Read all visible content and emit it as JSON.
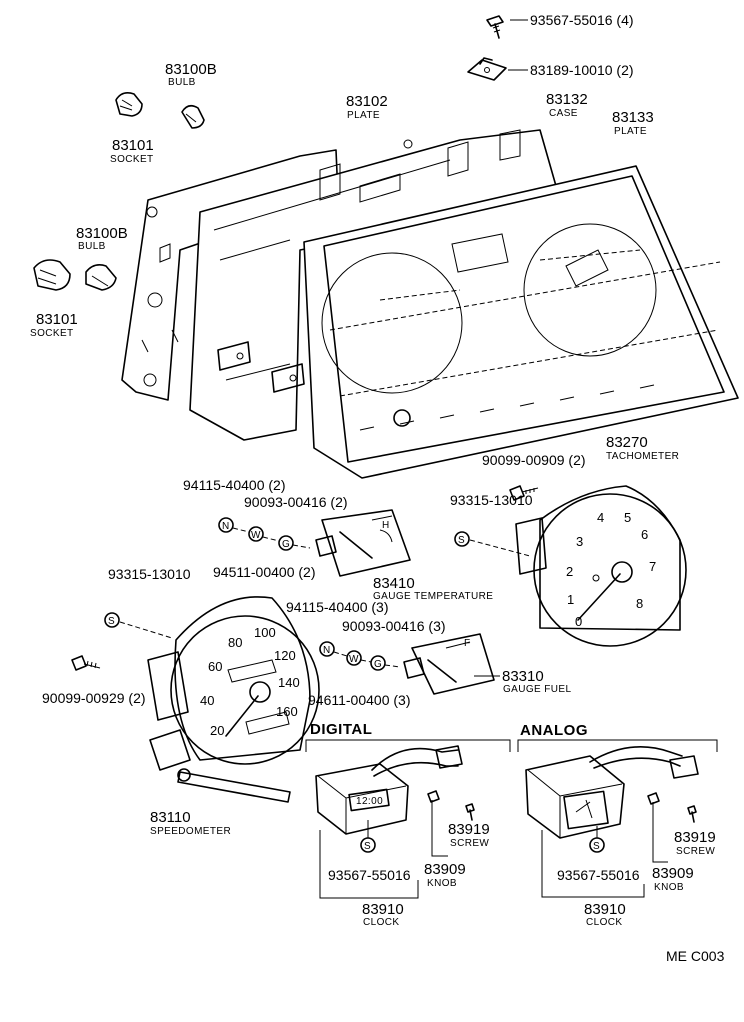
{
  "parts": {
    "screw_top": "93567-55016 (4)",
    "clip_top": "83189-10010 (2)",
    "bulb_upper_num": "83100B",
    "bulb_upper_cap": "BULB",
    "socket_upper_num": "83101",
    "socket_upper_cap": "SOCKET",
    "plate_num": "83102",
    "plate_cap": "PLATE",
    "case_num": "83132",
    "case_cap": "CASE",
    "plate2_num": "83133",
    "plate2_cap": "PLATE",
    "bulb_lower_num": "83100B",
    "bulb_lower_cap": "BULB",
    "socket_lower_num": "83101",
    "socket_lower_cap": "SOCKET",
    "tach_num": "83270",
    "tach_cap": "TACHOMETER",
    "tach_screw": "90099-00909 (2)",
    "tach_s": "93315-13010",
    "temp_nut": "94115-40400 (2)",
    "temp_washer1": "90093-00416 (2)",
    "temp_washer2": "94511-00400 (2)",
    "temp_num": "83410",
    "temp_cap": "GAUGE TEMPERATURE",
    "speedo_s": "93315-13010",
    "fuel_nut": "94115-40400 (3)",
    "fuel_washer1": "90093-00416 (3)",
    "fuel_washer2": "94611-00400 (3)",
    "fuel_num": "83310",
    "fuel_cap": "GAUGE FUEL",
    "speedo_screw": "90099-00929 (2)",
    "speedo_num": "83110",
    "speedo_cap": "SPEEDOMETER",
    "digital_title": "DIGITAL",
    "analog_title": "ANALOG",
    "d_screw_num": "83919",
    "d_screw_cap": "SCREW",
    "d_knob_num": "83909",
    "d_knob_cap": "KNOB",
    "d_s": "93567-55016",
    "d_clock_num": "83910",
    "d_clock_cap": "CLOCK",
    "a_screw_num": "83919",
    "a_screw_cap": "SCREW",
    "a_knob_num": "83909",
    "a_knob_cap": "KNOB",
    "a_s": "93567-55016",
    "a_clock_num": "83910",
    "a_clock_cap": "CLOCK",
    "code": "ME  C003"
  },
  "markers": {
    "s": "S",
    "n": "N",
    "w": "W",
    "g": "G"
  },
  "tach_dial": [
    "0",
    "1",
    "2",
    "3",
    "4",
    "5",
    "6",
    "7",
    "8"
  ],
  "speedo_dial": [
    "20",
    "40",
    "60",
    "80",
    "100",
    "120",
    "140",
    "160"
  ],
  "gauges": {
    "temp_high": "H",
    "fuel_full": "F"
  },
  "clock_display": "12:00"
}
